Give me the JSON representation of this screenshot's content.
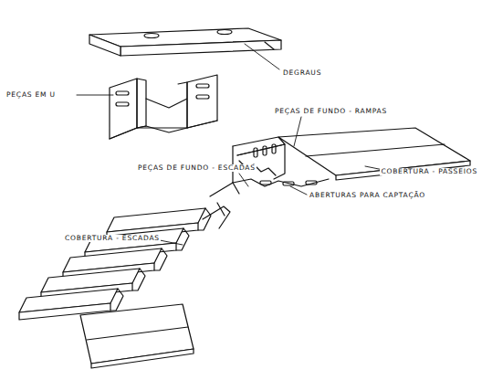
{
  "diagram": {
    "labels": [
      "DEGRAUS",
      "PEÇAS EM U",
      "PEÇAS DE FUNDO - RAMPAS",
      "PEÇAS DE FUNDO - ESCADAS",
      "ABERTURAS PARA CAPTAÇÃO",
      "COBERTURA - PASSEIOS",
      "COBERTURA - ESCADAS"
    ]
  }
}
